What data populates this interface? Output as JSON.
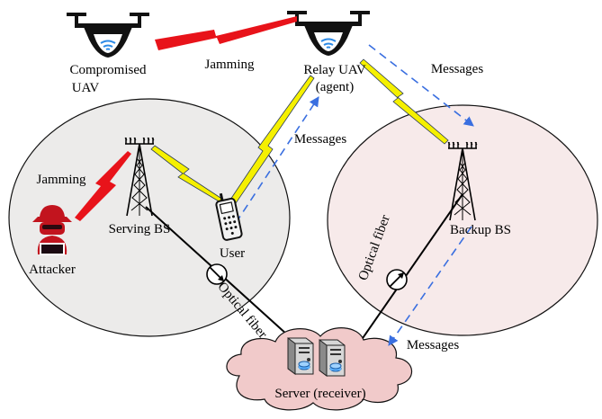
{
  "labels": {
    "compromised_uav_line1": "Compromised",
    "compromised_uav_line2": "UAV",
    "jamming_top": "Jamming",
    "relay_uav_line1": "Relay UAV",
    "relay_uav_line2": "(agent)",
    "messages_top_right": "Messages",
    "messages_middle": "Messages",
    "jamming_left": "Jamming",
    "serving_bs": "Serving BS",
    "user": "User",
    "attacker": "Attacker",
    "backup_bs": "Backup BS",
    "optical_fiber_left": "Optical fiber",
    "optical_fiber_right": "Optical fiber",
    "messages_bottom": "Messages",
    "server": "Server (receiver)"
  },
  "colors": {
    "jamming": "#e8131a",
    "wireless_link": "#f5f000",
    "messages_arrow": "#3a6fe0",
    "left_cell_fill": "#ecebea",
    "right_cell_fill": "#f7eaea",
    "cloud_fill": "#f1caca",
    "wifi": "#2c8ae6",
    "attacker": "#c2141e"
  }
}
